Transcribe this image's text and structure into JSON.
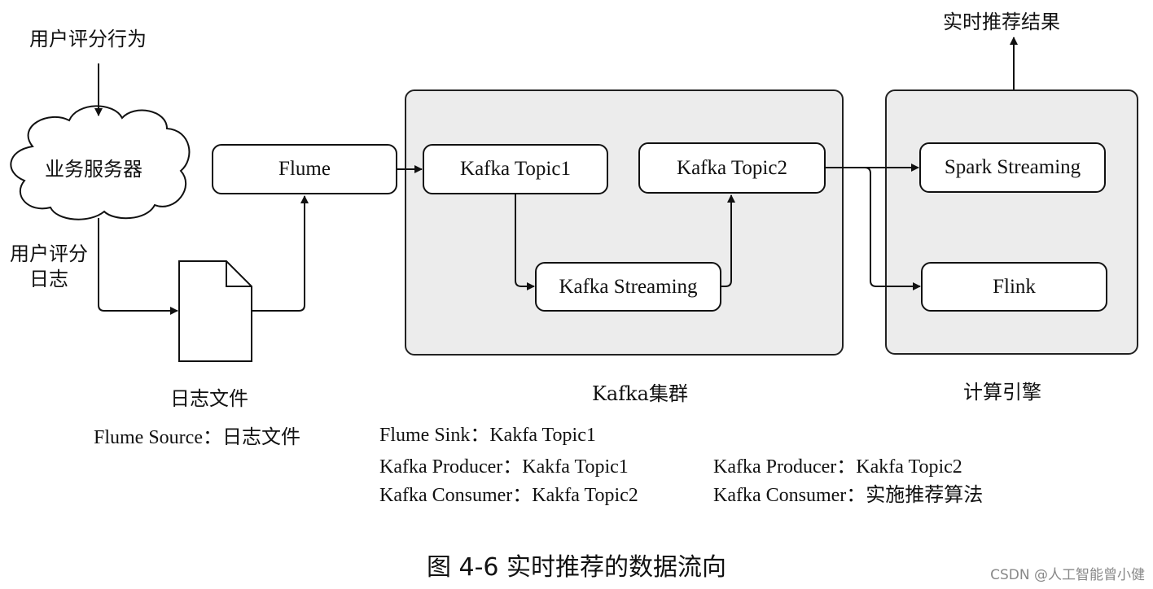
{
  "diagram": {
    "user_rating_behavior": "用户评分行为",
    "business_server": "业务服务器",
    "user_rating_log": "用户评分\n日志",
    "log_file": "日志文件",
    "flume": "Flume",
    "kafka_topic1": "Kafka Topic1",
    "kafka_topic2": "Kafka Topic2",
    "kafka_streaming": "Kafka Streaming",
    "spark_streaming": "Spark Streaming",
    "flink": "Flink",
    "kafka_cluster": "Kafka集群",
    "compute_engine": "计算引擎",
    "realtime_result": "实时推荐结果"
  },
  "notes": {
    "flume_source": "Flume Source：日志文件",
    "flume_sink": "Flume Sink：Kakfa Topic1",
    "producer1": "Kafka Producer：Kakfa Topic1",
    "producer2": "Kafka Producer：Kakfa Topic2",
    "consumer1": "Kafka Consumer：Kakfa Topic2",
    "consumer2": "Kafka Consumer：实施推荐算法"
  },
  "caption": "图 4-6  实时推荐的数据流向",
  "watermark": "CSDN @人工智能曾小健"
}
